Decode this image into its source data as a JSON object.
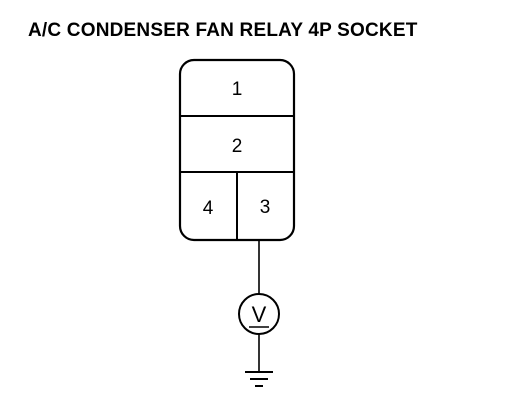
{
  "diagram": {
    "title": "A/C CONDENSER FAN RELAY 4P SOCKET",
    "terminals": {
      "t1": "1",
      "t2": "2",
      "t3": "3",
      "t4": "4"
    },
    "voltmeter": {
      "symbol": "V",
      "icon": "voltmeter-icon"
    },
    "ground": {
      "icon": "ground-icon"
    },
    "colors": {
      "line": "#000000",
      "background": "#ffffff"
    }
  }
}
